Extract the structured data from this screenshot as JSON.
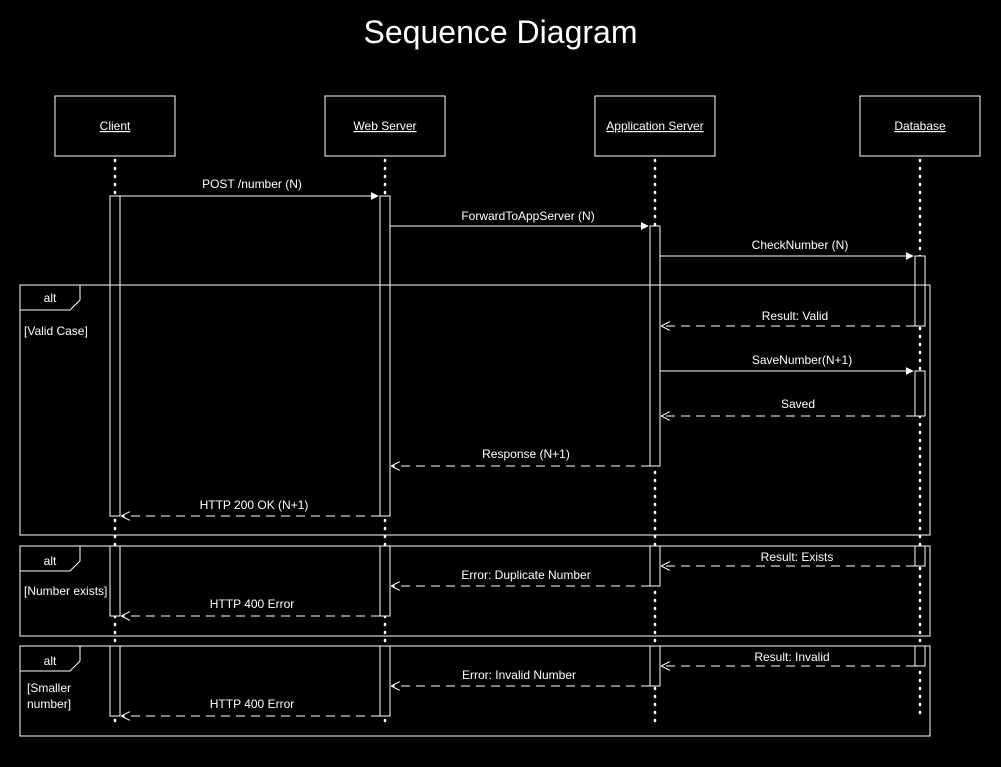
{
  "title": "Sequence Diagram",
  "participants": [
    {
      "id": "client",
      "label": "Client"
    },
    {
      "id": "web",
      "label": "Web Server"
    },
    {
      "id": "app",
      "label": "Application Server"
    },
    {
      "id": "db",
      "label": "Database"
    }
  ],
  "messages": [
    {
      "from": "client",
      "to": "web",
      "label": "POST /number (N)",
      "style": "solid"
    },
    {
      "from": "web",
      "to": "app",
      "label": "ForwardToAppServer (N)",
      "style": "solid"
    },
    {
      "from": "app",
      "to": "db",
      "label": "CheckNumber (N)",
      "style": "solid"
    },
    {
      "from": "db",
      "to": "app",
      "label": "Result: Valid",
      "style": "dashed"
    },
    {
      "from": "app",
      "to": "db",
      "label": "SaveNumber(N+1)",
      "style": "solid"
    },
    {
      "from": "db",
      "to": "app",
      "label": "Saved",
      "style": "dashed"
    },
    {
      "from": "app",
      "to": "web",
      "label": "Response (N+1)",
      "style": "dashed"
    },
    {
      "from": "web",
      "to": "client",
      "label": "HTTP 200 OK (N+1)",
      "style": "dashed"
    },
    {
      "from": "db",
      "to": "app",
      "label": "Result: Exists",
      "style": "dashed"
    },
    {
      "from": "app",
      "to": "web",
      "label": "Error: Duplicate Number",
      "style": "dashed"
    },
    {
      "from": "web",
      "to": "client",
      "label": "HTTP 400 Error",
      "style": "dashed"
    },
    {
      "from": "db",
      "to": "app",
      "label": "Result: Invalid",
      "style": "dashed"
    },
    {
      "from": "app",
      "to": "web",
      "label": "Error: Invalid Number",
      "style": "dashed"
    },
    {
      "from": "web",
      "to": "client",
      "label": "HTTP 400 Error",
      "style": "dashed"
    }
  ],
  "fragments": [
    {
      "operator": "alt",
      "guard_lines": [
        "[Valid Case]"
      ]
    },
    {
      "operator": "alt",
      "guard_lines": [
        "[Number exists]"
      ]
    },
    {
      "operator": "alt",
      "guard_lines": [
        "[Smaller",
        "number]"
      ]
    }
  ],
  "colors": {
    "background": "#000000",
    "stroke": "#ffffff",
    "text": "#ffffff"
  }
}
